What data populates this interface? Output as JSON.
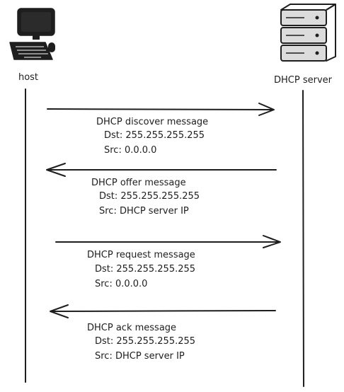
{
  "actors": {
    "host": {
      "label": "host",
      "icon": "computer-icon"
    },
    "server": {
      "label": "DHCP server",
      "icon": "server-icon"
    }
  },
  "messages": [
    {
      "name": "discover",
      "direction": "host-to-server",
      "title": "DHCP discover message",
      "dst": "Dst: 255.255.255.255",
      "src": "Src:  0.0.0.0"
    },
    {
      "name": "offer",
      "direction": "server-to-host",
      "title": "DHCP offer message",
      "dst": "Dst: 255.255.255.255",
      "src": "Src:  DHCP server IP"
    },
    {
      "name": "request",
      "direction": "host-to-server",
      "title": "DHCP request message",
      "dst": "Dst: 255.255.255.255",
      "src": "Src:  0.0.0.0"
    },
    {
      "name": "ack",
      "direction": "server-to-host",
      "title": "DHCP ack message",
      "dst": "Dst: 255.255.255.255",
      "src": "Src:  DHCP server IP"
    }
  ],
  "colors": {
    "ink": "#1e1e1e",
    "screen": "#1e1e1e",
    "server_fill": "#dcdcdc"
  }
}
